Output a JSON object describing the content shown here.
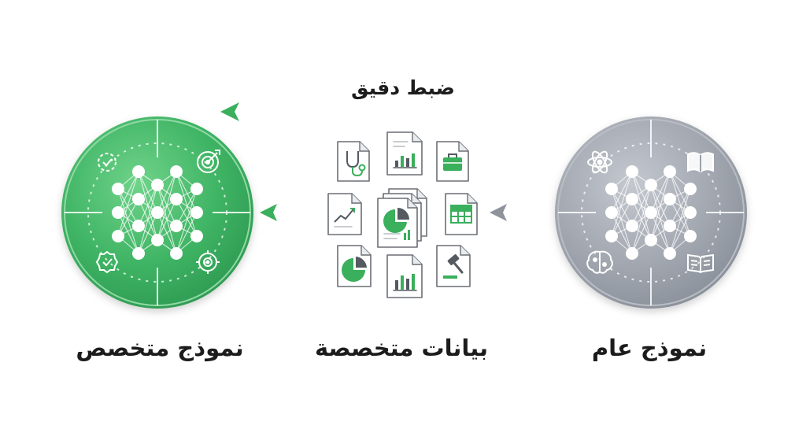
{
  "labels": {
    "fine_tuning": "ضبط دقيق",
    "general_model": "نموذج عام",
    "specialized_data": "بيانات متخصصة",
    "specialized_model": "نموذج متخصص"
  },
  "colors": {
    "green": "#3aaf5c",
    "gray": "#9aa0a9",
    "text": "#1c1c1c"
  },
  "icons": {
    "general_model": [
      "atom-icon",
      "book-icon",
      "brain-icon",
      "open-book-icon"
    ],
    "specialized_model": [
      "target-check-icon",
      "bullseye-icon",
      "check-badge-icon",
      "radar-target-icon"
    ],
    "documents": [
      "stethoscope-icon",
      "bar-chart-icon",
      "briefcase-icon",
      "line-chart-icon",
      "pie-chart-icon",
      "spreadsheet-icon",
      "pie-chart-icon",
      "bar-chart-icon",
      "gavel-icon"
    ]
  }
}
